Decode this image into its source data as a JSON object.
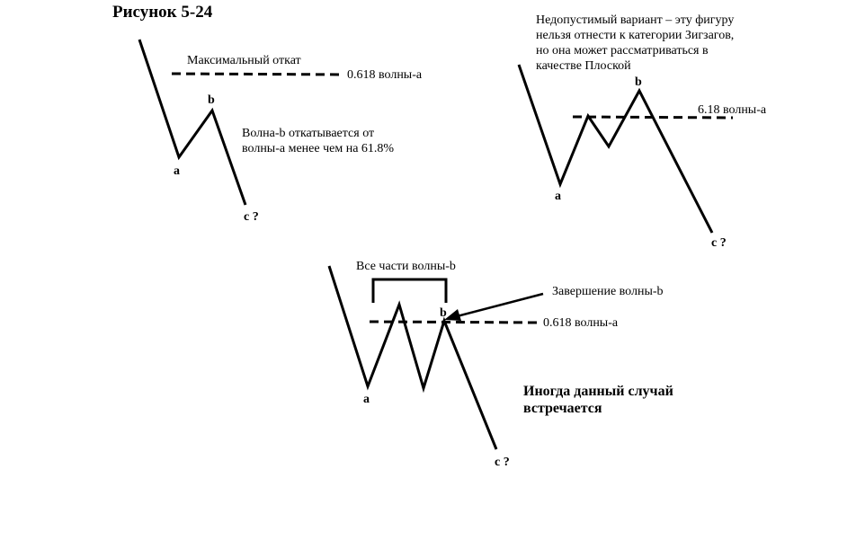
{
  "title": "Рисунок 5-24",
  "panel1": {
    "max_retrace": "Максимальный откат",
    "level": "0.618 волны-а",
    "note_line1": "Волна-b откатывается от",
    "note_line2": "волны-а менее чем на 61.8%",
    "label_a": "a",
    "label_b": "b",
    "label_c": "c ?"
  },
  "panel2": {
    "note_line1": "Недопустимый вариант – эту фигуру",
    "note_line2": "нельзя отнести к категории Зигзагов,",
    "note_line3": "но она может рассматриваться в",
    "note_line4": "качестве Плоской",
    "level": "6.18 волны-а",
    "label_a": "a",
    "label_b": "b",
    "label_c": "c ?"
  },
  "panel3": {
    "bracket_label": "Все части волны-b",
    "completion": "Завершение волны-b",
    "level": "0.618 волны-а",
    "note_line1": "Иногда данный случай",
    "note_line2": "встречается",
    "label_a": "a",
    "label_b": "b",
    "label_c": "c ?"
  },
  "colors": {
    "ink": "#000000",
    "background": "#ffffff"
  }
}
